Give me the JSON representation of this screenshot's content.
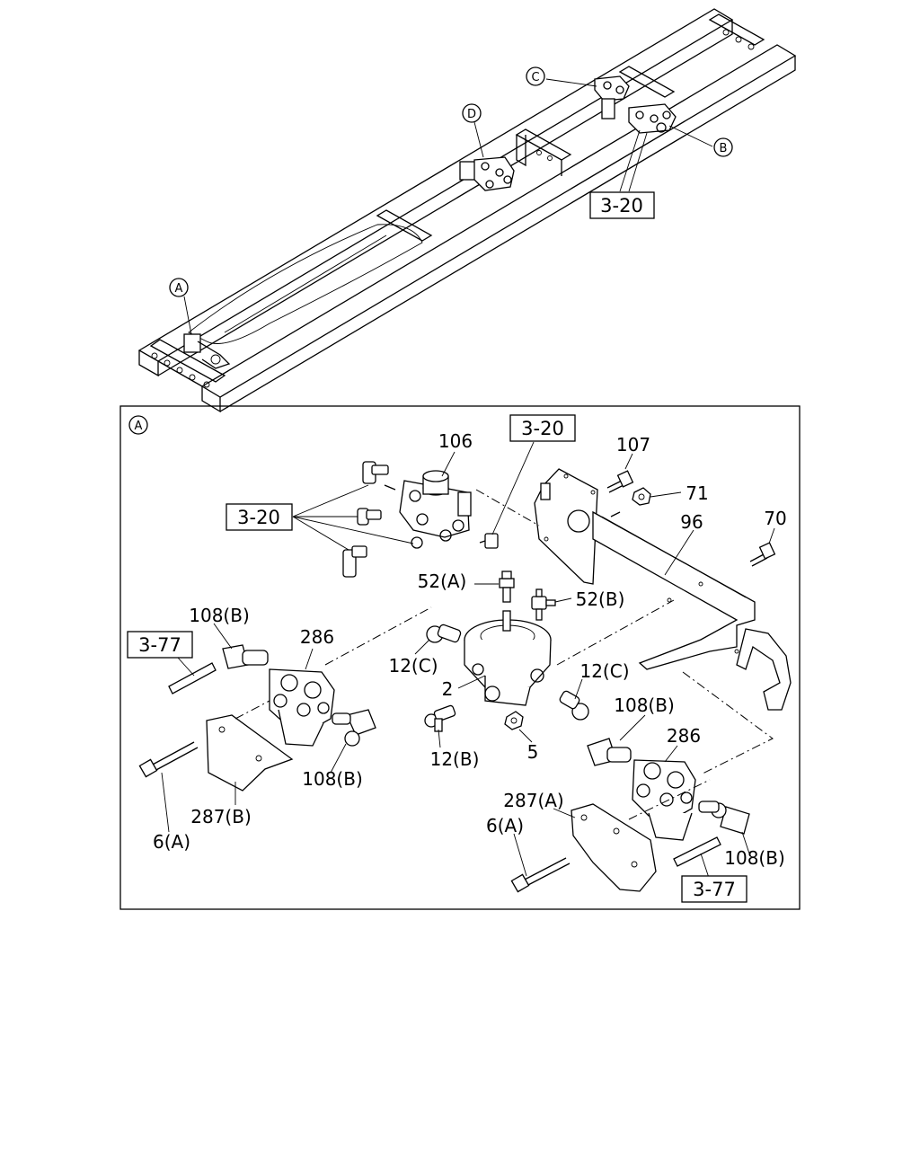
{
  "overview": {
    "callouts": {
      "a": "A",
      "b": "B",
      "c": "C",
      "d": "D"
    },
    "ref_3_20": "3-20"
  },
  "detail_a": {
    "frame_label": "A",
    "refs": {
      "r320_left": "3-20",
      "r320_top": "3-20",
      "r377_left": "3-77",
      "r377_right": "3-77"
    },
    "parts": {
      "p106": "106",
      "p107": "107",
      "p71": "71",
      "p96": "96",
      "p70": "70",
      "p52a": "52(A)",
      "p52b": "52(B)",
      "p108b_1": "108(B)",
      "p286_1": "286",
      "p12c_1": "12(C)",
      "p12c_2": "12(C)",
      "p2": "2",
      "p108b_2": "108(B)",
      "p12b": "12(B)",
      "p5": "5",
      "p286_2": "286",
      "p108b_3": "108(B)",
      "p287b": "287(B)",
      "p6a_1": "6(A)",
      "p287a": "287(A)",
      "p6a_2": "6(A)",
      "p108b_4": "108(B)"
    }
  }
}
